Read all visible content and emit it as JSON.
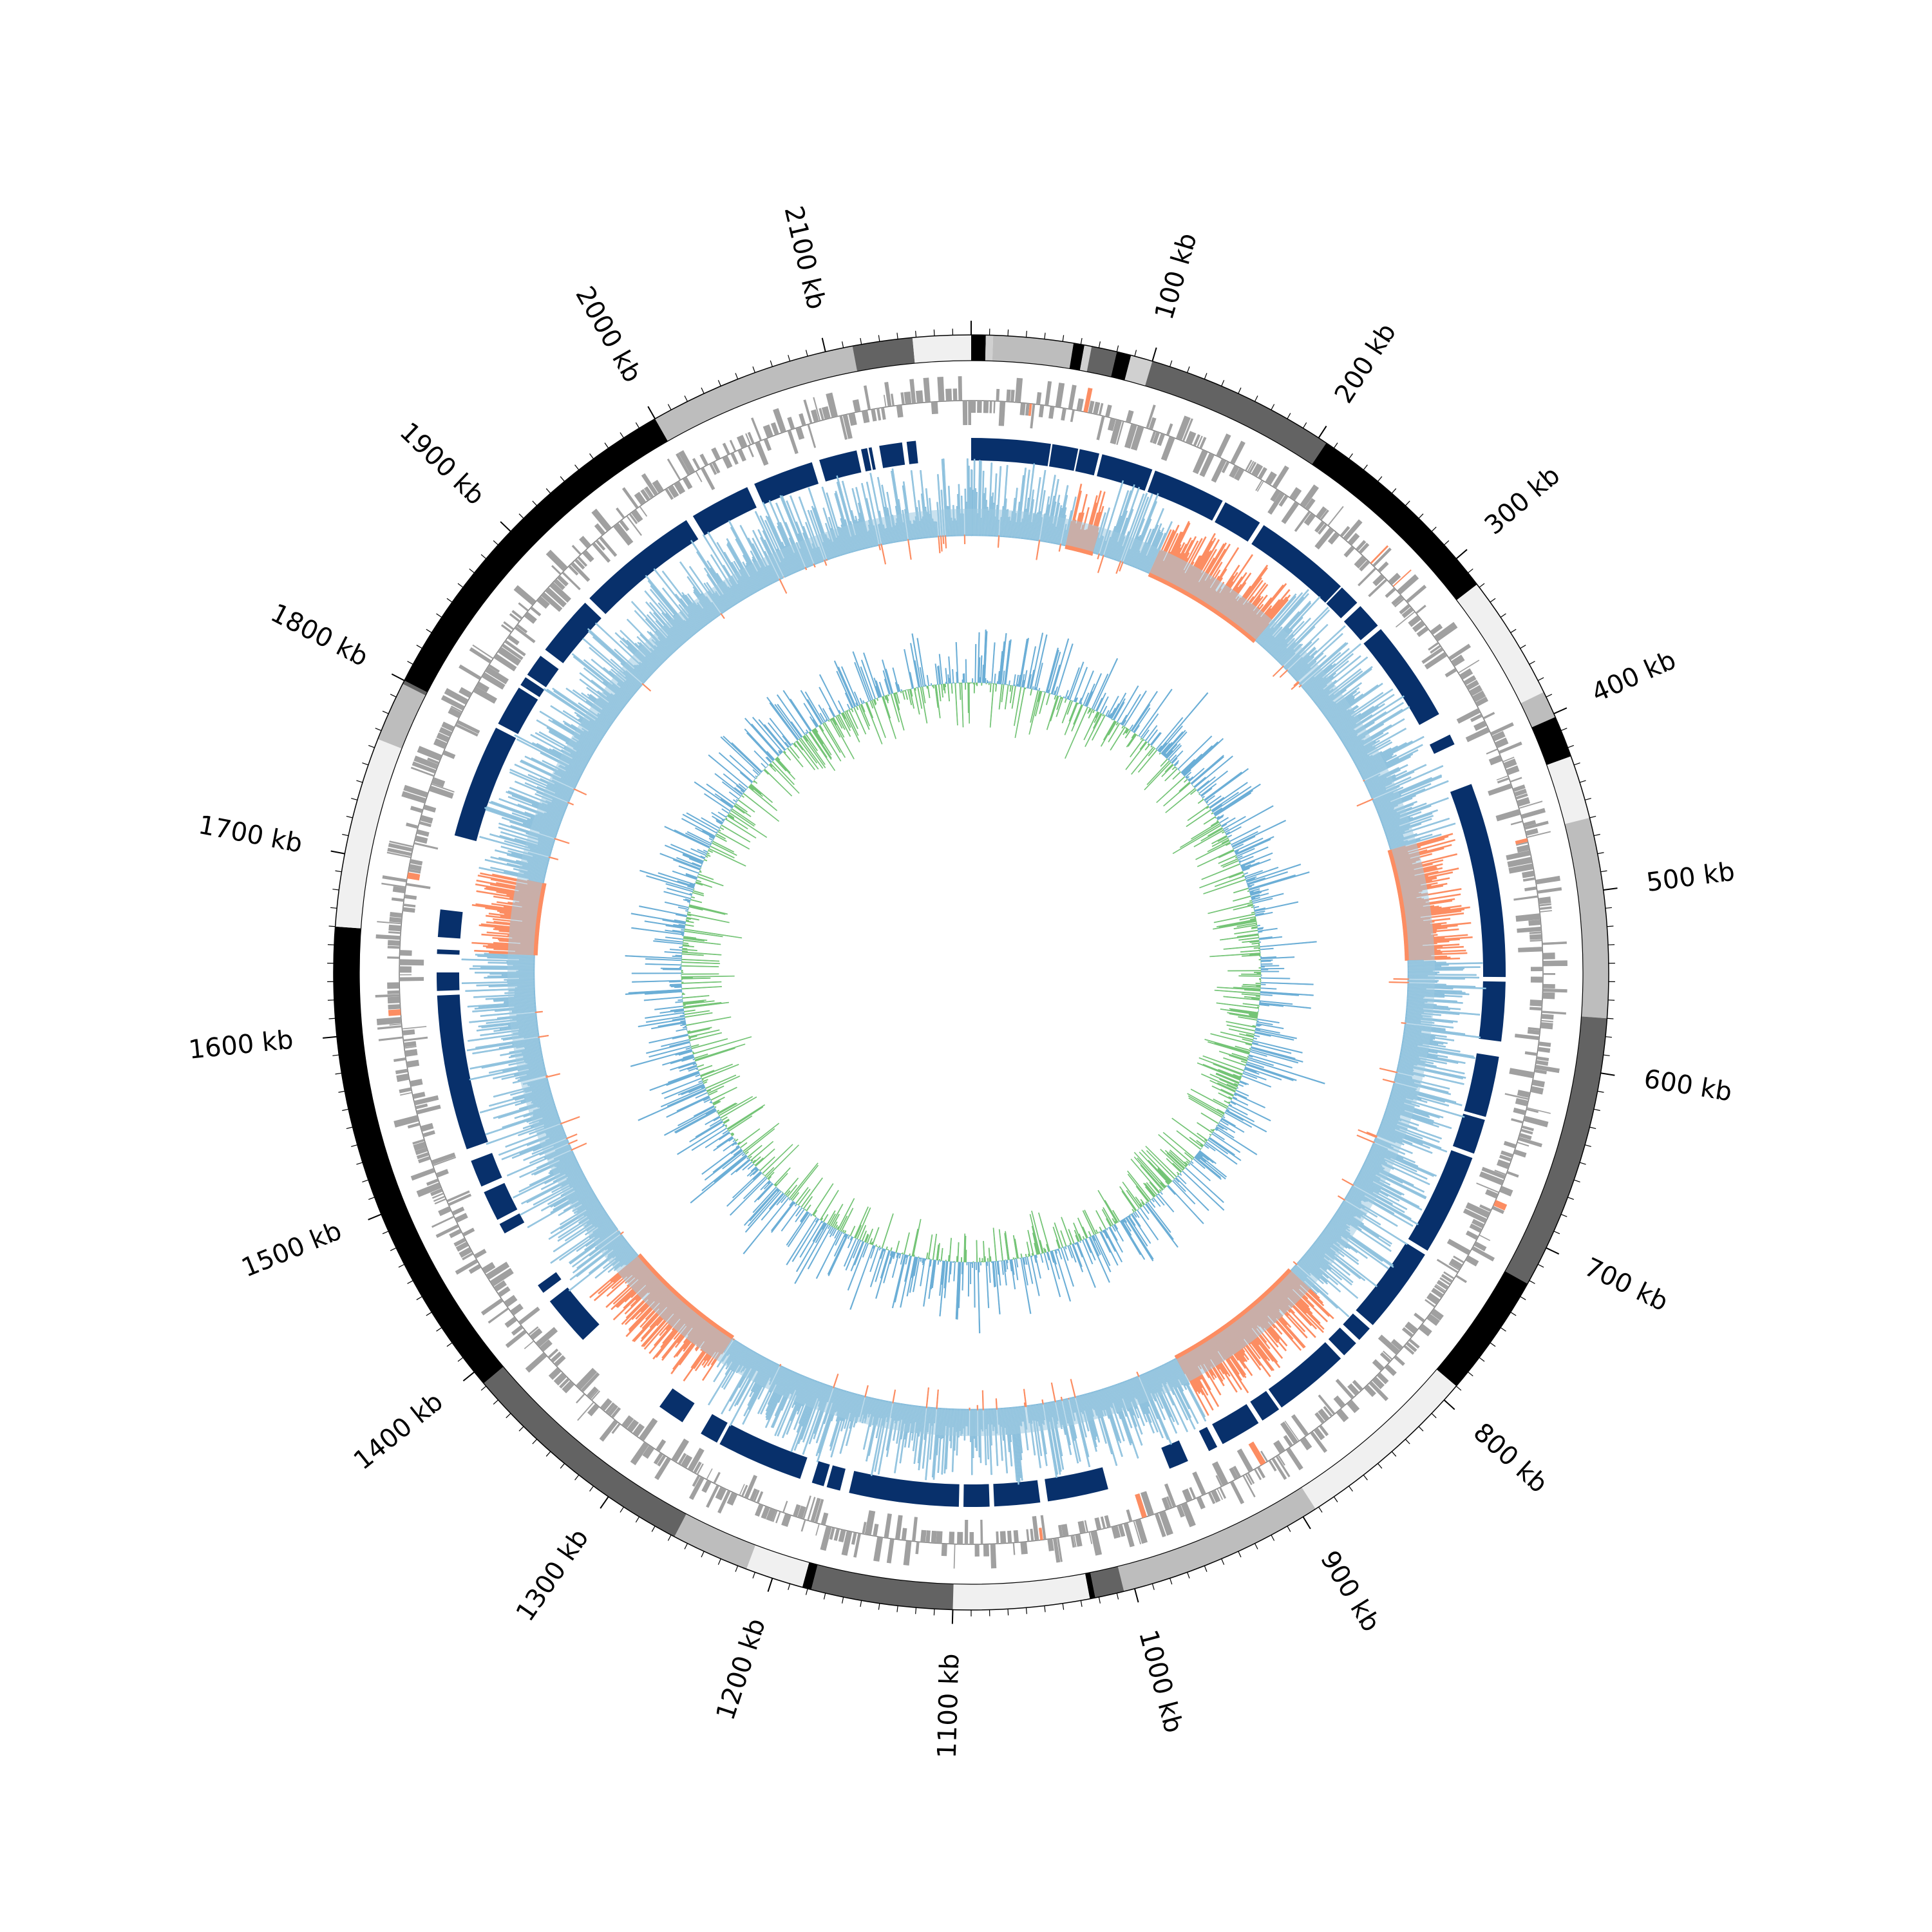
{
  "chart_data": {
    "type": "circular-genome",
    "genome_length_kb": 2180,
    "axis_unit": "kb",
    "tick_labels": [
      "100 kb",
      "200 kb",
      "300 kb",
      "400 kb",
      "500 kb",
      "600 kb",
      "700 kb",
      "800 kb",
      "900 kb",
      "1000 kb",
      "1100 kb",
      "1200 kb",
      "1300 kb",
      "1400 kb",
      "1500 kb",
      "1600 kb",
      "1700 kb",
      "1800 kb",
      "1900 kb",
      "2000 kb",
      "2100 kb"
    ],
    "outer_band_segments": [
      {
        "start": 0,
        "end": 8,
        "shade": "black"
      },
      {
        "start": 8,
        "end": 12,
        "shade": "light"
      },
      {
        "start": 12,
        "end": 56,
        "shade": "mid"
      },
      {
        "start": 56,
        "end": 62,
        "shade": "black"
      },
      {
        "start": 62,
        "end": 66,
        "shade": "light"
      },
      {
        "start": 66,
        "end": 80,
        "shade": "darkgray"
      },
      {
        "start": 80,
        "end": 88,
        "shade": "black"
      },
      {
        "start": 88,
        "end": 100,
        "shade": "light"
      },
      {
        "start": 100,
        "end": 205,
        "shade": "darkgray"
      },
      {
        "start": 205,
        "end": 318,
        "shade": "black"
      },
      {
        "start": 318,
        "end": 387,
        "shade": "pale"
      },
      {
        "start": 387,
        "end": 402,
        "shade": "mid"
      },
      {
        "start": 402,
        "end": 425,
        "shade": "black"
      },
      {
        "start": 425,
        "end": 460,
        "shade": "pale"
      },
      {
        "start": 460,
        "end": 570,
        "shade": "mid"
      },
      {
        "start": 570,
        "end": 722,
        "shade": "darkgray"
      },
      {
        "start": 722,
        "end": 790,
        "shade": "black"
      },
      {
        "start": 790,
        "end": 892,
        "shade": "pale"
      },
      {
        "start": 892,
        "end": 1006,
        "shade": "mid"
      },
      {
        "start": 1006,
        "end": 1022,
        "shade": "darkgray"
      },
      {
        "start": 1022,
        "end": 1025,
        "shade": "black"
      },
      {
        "start": 1025,
        "end": 1100,
        "shade": "pale"
      },
      {
        "start": 1100,
        "end": 1178,
        "shade": "darkgray"
      },
      {
        "start": 1178,
        "end": 1183,
        "shade": "black"
      },
      {
        "start": 1183,
        "end": 1215,
        "shade": "pale"
      },
      {
        "start": 1215,
        "end": 1258,
        "shade": "mid"
      },
      {
        "start": 1258,
        "end": 1392,
        "shade": "darkgray"
      },
      {
        "start": 1392,
        "end": 1660,
        "shade": "black"
      },
      {
        "start": 1660,
        "end": 1765,
        "shade": "pale"
      },
      {
        "start": 1765,
        "end": 1798,
        "shade": "mid"
      },
      {
        "start": 1798,
        "end": 1800,
        "shade": "darkgray"
      },
      {
        "start": 1800,
        "end": 2000,
        "shade": "black"
      },
      {
        "start": 2000,
        "end": 2115,
        "shade": "mid"
      },
      {
        "start": 2115,
        "end": 2148,
        "shade": "darkgray"
      },
      {
        "start": 2148,
        "end": 2180,
        "shade": "pale"
      }
    ],
    "homology_blocks": [
      {
        "start": 0,
        "end": 52
      },
      {
        "start": 53,
        "end": 70
      },
      {
        "start": 71,
        "end": 84
      },
      {
        "start": 86,
        "end": 120
      },
      {
        "start": 122,
        "end": 170
      },
      {
        "start": 172,
        "end": 198
      },
      {
        "start": 201,
        "end": 265
      },
      {
        "start": 266,
        "end": 280
      },
      {
        "start": 283,
        "end": 300
      },
      {
        "start": 303,
        "end": 370
      },
      {
        "start": 385,
        "end": 392
      },
      {
        "start": 420,
        "end": 548
      },
      {
        "start": 551,
        "end": 590
      },
      {
        "start": 600,
        "end": 640
      },
      {
        "start": 642,
        "end": 665
      },
      {
        "start": 668,
        "end": 735
      },
      {
        "start": 738,
        "end": 795
      },
      {
        "start": 798,
        "end": 808
      },
      {
        "start": 811,
        "end": 822
      },
      {
        "start": 825,
        "end": 875
      },
      {
        "start": 877,
        "end": 890
      },
      {
        "start": 893,
        "end": 920
      },
      {
        "start": 924,
        "end": 930
      },
      {
        "start": 945,
        "end": 958
      },
      {
        "start": 1000,
        "end": 1040
      },
      {
        "start": 1045,
        "end": 1075
      },
      {
        "start": 1078,
        "end": 1095
      },
      {
        "start": 1098,
        "end": 1170
      },
      {
        "start": 1176,
        "end": 1185
      },
      {
        "start": 1187,
        "end": 1195
      },
      {
        "start": 1203,
        "end": 1260
      },
      {
        "start": 1262,
        "end": 1274
      },
      {
        "start": 1288,
        "end": 1306
      },
      {
        "start": 1372,
        "end": 1405
      },
      {
        "start": 1412,
        "end": 1418
      },
      {
        "start": 1458,
        "end": 1465
      },
      {
        "start": 1468,
        "end": 1488
      },
      {
        "start": 1492,
        "end": 1510
      },
      {
        "start": 1518,
        "end": 1620
      },
      {
        "start": 1623,
        "end": 1635
      },
      {
        "start": 1647,
        "end": 1650
      },
      {
        "start": 1658,
        "end": 1676
      },
      {
        "start": 1725,
        "end": 1800
      },
      {
        "start": 1803,
        "end": 1830
      },
      {
        "start": 1832,
        "end": 1838
      },
      {
        "start": 1840,
        "end": 1855
      },
      {
        "start": 1860,
        "end": 1900
      },
      {
        "start": 1904,
        "end": 1985
      },
      {
        "start": 1990,
        "end": 2030
      },
      {
        "start": 2035,
        "end": 2075
      },
      {
        "start": 2080,
        "end": 2105
      },
      {
        "start": 2108,
        "end": 2112
      },
      {
        "start": 2113,
        "end": 2115
      },
      {
        "start": 2120,
        "end": 2135
      },
      {
        "start": 2138,
        "end": 2144
      }
    ],
    "gc_skew_negative_regions": [
      {
        "start": 75,
        "end": 98
      },
      {
        "start": 145,
        "end": 245
      },
      {
        "start": 446,
        "end": 535
      },
      {
        "start": 805,
        "end": 920
      },
      {
        "start": 1290,
        "end": 1390
      },
      {
        "start": 1648,
        "end": 1706
      }
    ],
    "colors": {
      "band_black": "#000000",
      "band_darkgray": "#636363",
      "band_mid": "#bdbdbd",
      "band_light": "#d0d0d0",
      "band_pale": "#f0f0f0",
      "genes": "#a0a0a0",
      "genes_highlight": "#fc8d62",
      "homology": "#08306b",
      "gc_skew_positive": "#9ecae1",
      "gc_skew_positive_line": "#6baed6",
      "gc_skew_negative": "#fc8d62",
      "gc_content_positive": "#6baed6",
      "gc_content_negative": "#74c476"
    }
  }
}
